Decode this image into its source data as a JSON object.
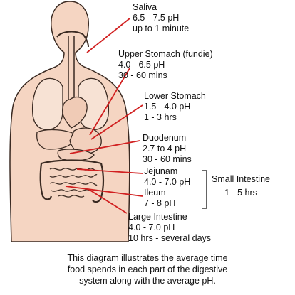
{
  "colors": {
    "body_fill": "#f5d5c2",
    "body_outline": "#3a2a22",
    "pointer": "#d12020",
    "text": "#111111"
  },
  "labels": {
    "saliva": {
      "name": "Saliva",
      "ph": "6.5 - 7.5 pH",
      "time": "up to 1 minute"
    },
    "upper_stomach": {
      "name": "Upper Stomach (fundie)",
      "ph": "4.0 - 6.5 pH",
      "time": "30 - 60 mins"
    },
    "lower_stomach": {
      "name": "Lower Stomach",
      "ph": "1.5 - 4.0 pH",
      "time": "1 - 3 hrs"
    },
    "duodenum": {
      "name": "Duodenum",
      "ph": "2.7 to 4 pH",
      "time": "30 - 60 mins"
    },
    "jejunam": {
      "name": "Jejunam",
      "ph": "4.0 - 7.0 pH"
    },
    "ileum": {
      "name": "Ileum",
      "ph": "7 - 8 pH"
    },
    "small_intestine": {
      "name": "Small Intestine",
      "time": "1 - 5 hrs"
    },
    "large_intestine": {
      "name": "Large Intestine",
      "ph": "4.0 - 7.0 pH",
      "time": "10 hrs - several days"
    }
  },
  "caption": {
    "line1": "This diagram illustrates the average time",
    "line2": "food spends in each part of the digestive",
    "line3": "system along with the average pH."
  }
}
